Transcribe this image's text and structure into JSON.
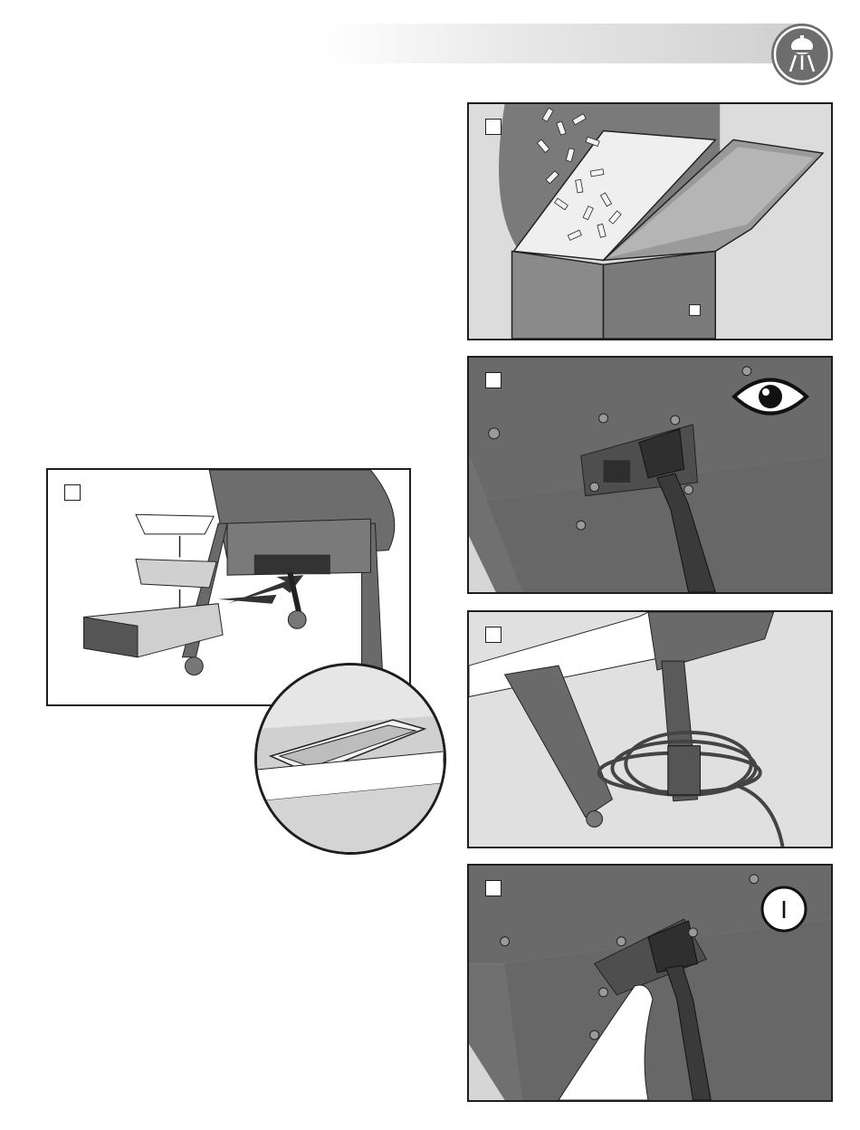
{
  "header": {
    "logo_icon": "kettle-grill-logo-icon"
  },
  "steps": [
    {
      "id": "pellets",
      "number": "",
      "icon": "pellets-pouring-icon"
    },
    {
      "id": "power-cord-check",
      "number": "",
      "icon": "eye-icon"
    },
    {
      "id": "cord-route",
      "number": "",
      "icon": "coiled-cord-icon"
    },
    {
      "id": "power-on",
      "number": "",
      "icon": "power-on-symbol-icon",
      "symbol": "I"
    },
    {
      "id": "grease-tray",
      "number": "",
      "icon": "grease-tray-icon"
    }
  ],
  "colors": {
    "panel_border": "#1e1e1e",
    "metal": "#6d6d6d",
    "metal_light": "#9a9a9a",
    "background": "#d8d8d8"
  }
}
